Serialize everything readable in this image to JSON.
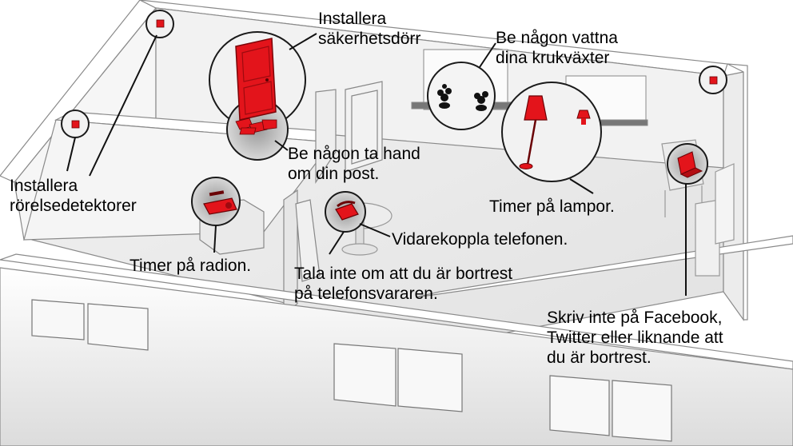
{
  "labels": {
    "security_door": [
      "Installera",
      "säkerhetsdörr"
    ],
    "plants": [
      "Be någon vattna",
      "dina krukväxter"
    ],
    "mail": [
      "Be någon ta hand",
      "om din post."
    ],
    "motion_detectors": [
      "Installera",
      "rörelsedetektorer"
    ],
    "lamp_timer": [
      "Timer på lampor."
    ],
    "forward_phone": [
      "Vidarekoppla telefonen."
    ],
    "radio_timer": [
      "Timer på radion."
    ],
    "answering_machine": [
      "Tala inte om att du är bortrest",
      "på telefonsvararen."
    ],
    "social_media": [
      "Skriv inte på Facebook,",
      "Twitter eller liknande att",
      "du är bortrest."
    ]
  },
  "colors": {
    "accent": "#e3141b",
    "wall": "#f4f4f4",
    "floor": "#e9e9e9",
    "outline": "#1a1a1a"
  },
  "icons": [
    "door-icon",
    "mail-pile-icon",
    "plant-icon",
    "lamp-icon",
    "radio-icon",
    "phone-icon",
    "laptop-icon",
    "motion-detector-icon"
  ]
}
